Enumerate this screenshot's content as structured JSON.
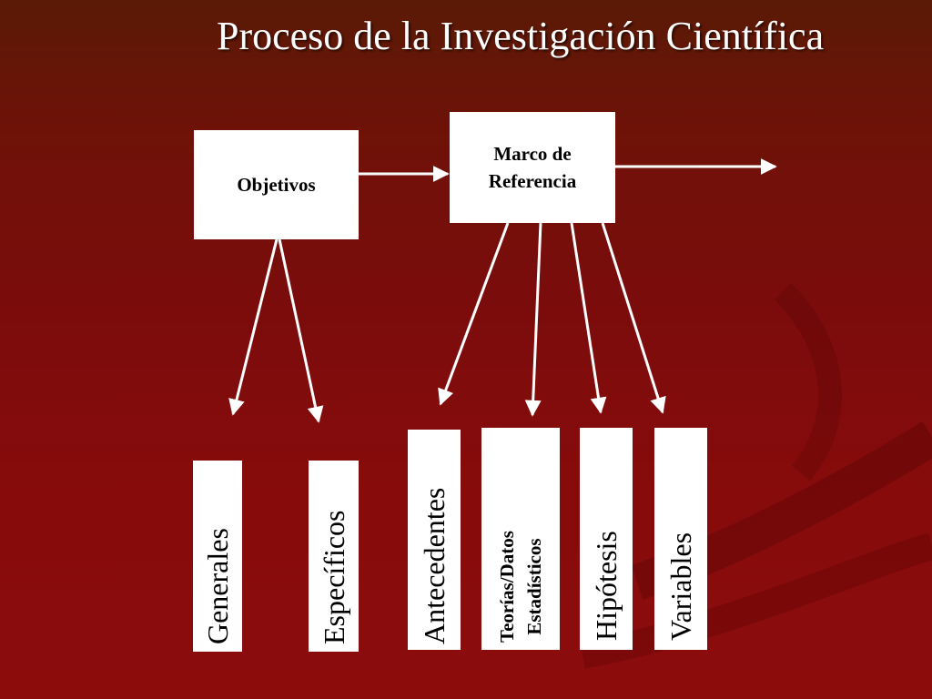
{
  "title": "Proceso de la Investigación Científica",
  "boxes": {
    "objetivos": "Objetivos",
    "marco_line1": "Marco de",
    "marco_line2": "Referencia"
  },
  "leaves": {
    "generales": "Generales",
    "especificos": "Específicos",
    "antecedentes": "Antecedentes",
    "teorias_line1": "Teorías/Datos",
    "teorias_line2": "Estadísticos",
    "hipotesis": "Hipótesis",
    "variables": "Variables"
  },
  "colors": {
    "background": "#7c0c0c",
    "box": "#ffffff",
    "arrow": "#ffffff"
  }
}
